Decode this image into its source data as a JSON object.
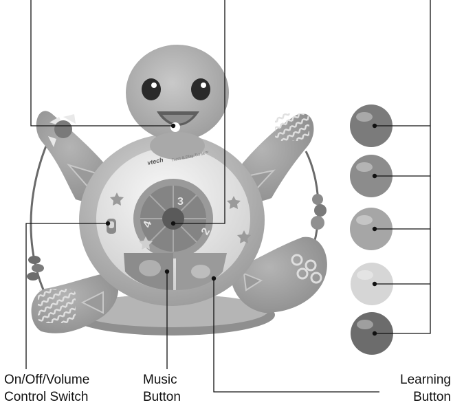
{
  "callouts": {
    "switch": {
      "line1": "On/Off/Volume",
      "line2": "Control Switch"
    },
    "music": {
      "line1": "Music",
      "line2": "Button"
    },
    "learning": {
      "line1": "Learning",
      "line2": "Button"
    }
  },
  "toy": {
    "brand": "vtech",
    "name": "Twist & Play Turtle™",
    "dial_numbers": [
      "3",
      "4",
      "2"
    ]
  },
  "balls": [
    {
      "color": "#7b7b7b"
    },
    {
      "color": "#8c8c8c"
    },
    {
      "color": "#a6a6a6"
    },
    {
      "color": "#d6d6d6"
    },
    {
      "color": "#6c6c6c"
    }
  ]
}
